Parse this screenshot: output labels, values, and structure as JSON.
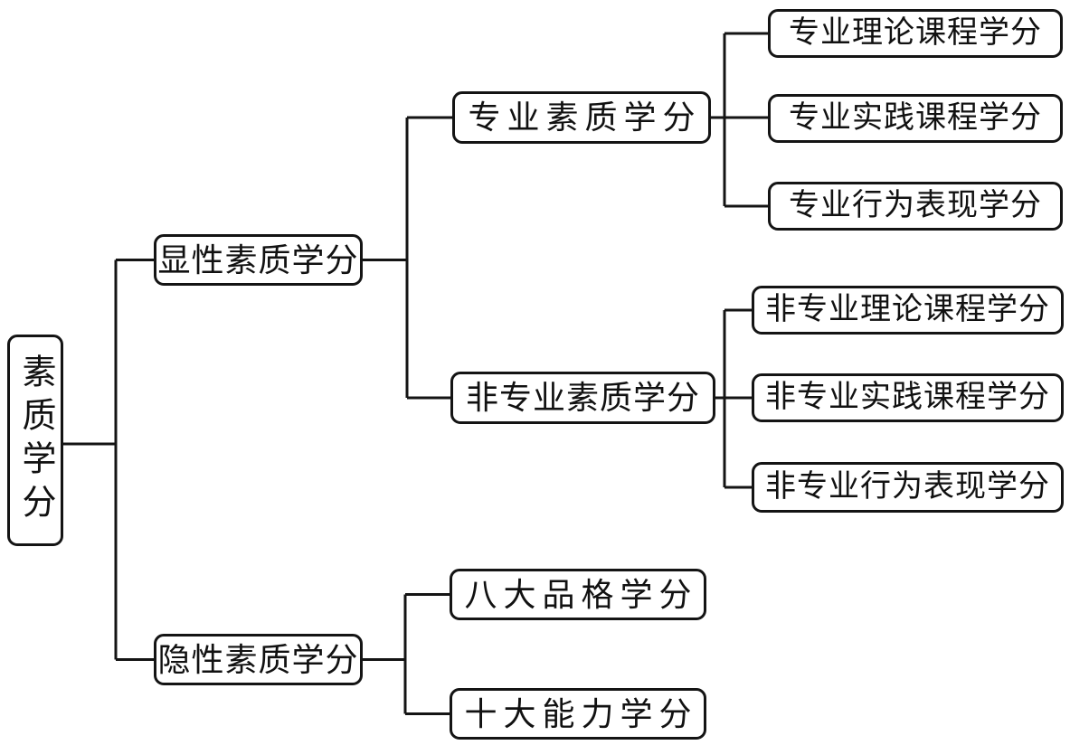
{
  "diagram": {
    "type": "tree",
    "orientation": "left-to-right",
    "colors": {
      "line": "#141414",
      "box_background": "#ffffff",
      "text": "#111111"
    },
    "root": {
      "label": "素质学分",
      "children": [
        {
          "label": "显性素质学分",
          "children": [
            {
              "label": "专业素质学分",
              "children": [
                {
                  "label": "专业理论课程学分"
                },
                {
                  "label": "专业实践课程学分"
                },
                {
                  "label": "专业行为表现学分"
                }
              ]
            },
            {
              "label": "非专业素质学分",
              "children": [
                {
                  "label": "非专业理论课程学分"
                },
                {
                  "label": "非专业实践课程学分"
                },
                {
                  "label": "非专业行为表现学分"
                }
              ]
            }
          ]
        },
        {
          "label": "隐性素质学分",
          "children": [
            {
              "label": "八大品格学分"
            },
            {
              "label": "十大能力学分"
            }
          ]
        }
      ]
    }
  }
}
